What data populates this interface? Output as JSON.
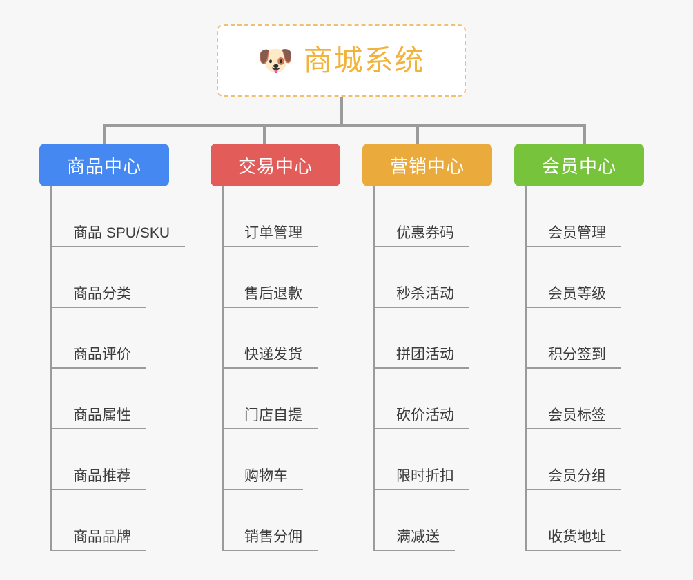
{
  "diagram": {
    "type": "org-tree",
    "background_color": "#f7f7f7",
    "connector_color": "#9b9b9b",
    "root": {
      "icon": "dog-face-emoji",
      "icon_glyph": "🐶",
      "title": "商城系统",
      "title_color": "#f2b33d",
      "border_color": "#f0c070",
      "border_style": "dashed",
      "background_color": "#ffffff"
    },
    "columns": [
      {
        "label": "商品中心",
        "color": "#4588f2",
        "text_color": "#ffffff",
        "items": [
          "商品 SPU/SKU",
          "商品分类",
          "商品评价",
          "商品属性",
          "商品推荐",
          "商品品牌"
        ]
      },
      {
        "label": "交易中心",
        "color": "#e25c59",
        "text_color": "#ffffff",
        "items": [
          "订单管理",
          "售后退款",
          "快递发货",
          "门店自提",
          "购物车",
          "销售分佣"
        ]
      },
      {
        "label": "营销中心",
        "color": "#eaaa3c",
        "text_color": "#ffffff",
        "items": [
          "优惠券码",
          "秒杀活动",
          "拼团活动",
          "砍价活动",
          "限时折扣",
          "满减送"
        ]
      },
      {
        "label": "会员中心",
        "color": "#77c33c",
        "text_color": "#ffffff",
        "items": [
          "会员管理",
          "会员等级",
          "积分签到",
          "会员标签",
          "会员分组",
          "收货地址"
        ]
      }
    ]
  }
}
